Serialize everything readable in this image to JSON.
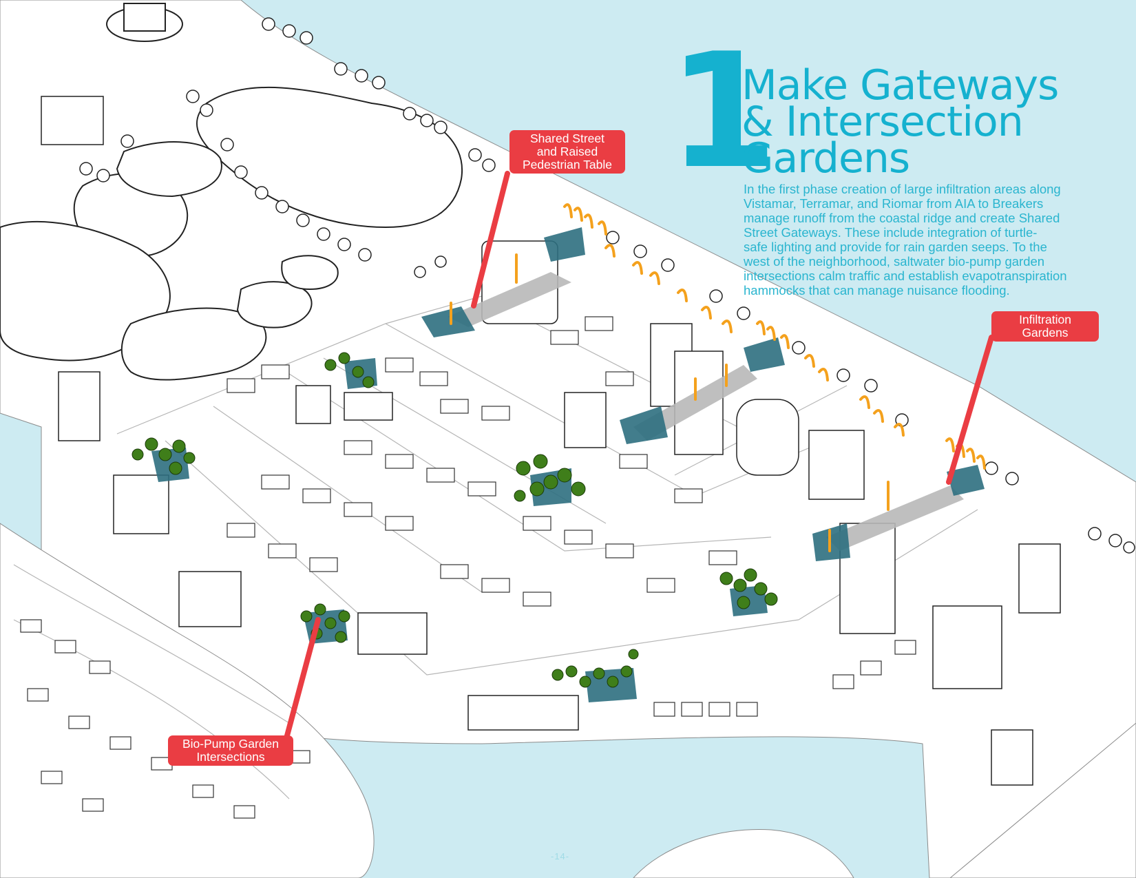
{
  "heading": {
    "number": "1",
    "title_lines": [
      "Make Gateways",
      "& Intersection",
      "Gardens"
    ]
  },
  "description_lines": [
    "In the first phase creation of large infiltration areas along",
    "Vistamar, Terramar, and Riomar from AIA to Breakers",
    "manage runoff from the coastal ridge and create Shared",
    "Street Gateways. These include integration of turtle-",
    "safe lighting and provide for rain garden seeps. To the",
    "west of the neighborhood, saltwater bio-pump garden",
    "intersections calm traffic and establish evapotranspiration",
    "hammocks that can manage nuisance flooding."
  ],
  "callouts": {
    "shared_street": [
      "Shared Street",
      "and Raised",
      "Pedestrian Table"
    ],
    "infiltration": [
      "Infiltration",
      "Gardens"
    ],
    "biopump": [
      "Bio-Pump Garden",
      "Intersections"
    ]
  },
  "page_number": "-14-",
  "colors": {
    "water": "#cdebf2",
    "accent": "#15b1cf",
    "callout": "#ea3d43",
    "garden": "#2e6f80",
    "tree_green": "#3f7e1a",
    "lighting_orange": "#f4a11d"
  }
}
